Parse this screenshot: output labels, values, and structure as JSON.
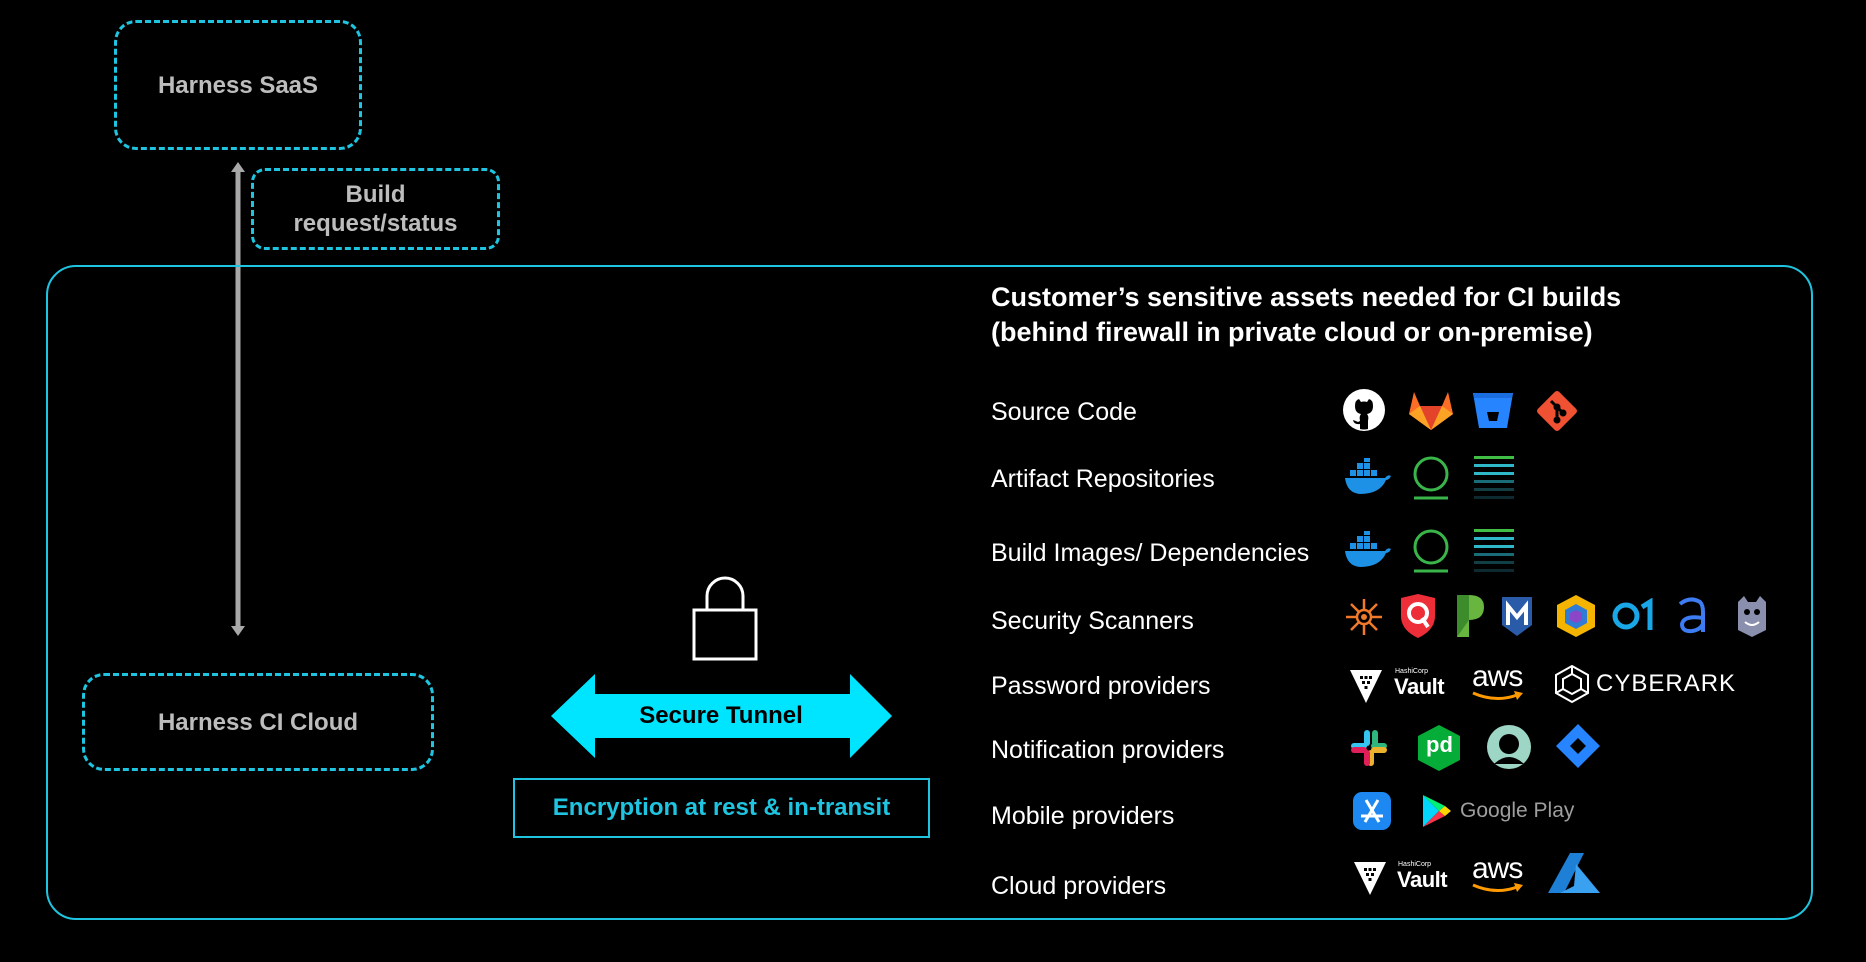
{
  "nodes": {
    "saas": "Harness SaaS",
    "build_request": "Build\nrequest/status",
    "ci_cloud": "Harness CI Cloud"
  },
  "tunnel": {
    "label": "Secure Tunnel",
    "encryption": "Encryption at rest & in-transit"
  },
  "assets": {
    "heading_line1": "Customer’s sensitive assets needed for CI builds",
    "heading_line2": "(behind firewall in private cloud or on-premise)",
    "rows": [
      {
        "label": "Source Code",
        "icons": [
          "github-icon",
          "gitlab-icon",
          "bitbucket-icon",
          "git-icon"
        ]
      },
      {
        "label": "Artifact Repositories",
        "icons": [
          "docker-icon",
          "nexus-icon",
          "artifactory-icon"
        ]
      },
      {
        "label": "Build Images/ Dependencies",
        "icons": [
          "docker-icon",
          "nexus-icon",
          "artifactory-icon"
        ]
      },
      {
        "label": "Security Scanners",
        "icons": [
          "scanner-hub-icon",
          "qualys-icon",
          "prisma-icon",
          "mend-icon",
          "scanner-cube-icon",
          "o1-icon",
          "a-icon",
          "owasp-icon"
        ]
      },
      {
        "label": "Password providers",
        "icons": [
          "vault-icon",
          "aws-icon",
          "cyberark-icon"
        ]
      },
      {
        "label": "Notification providers",
        "icons": [
          "slack-icon",
          "pagerduty-icon",
          "opsgenie-icon",
          "jira-icon"
        ]
      },
      {
        "label": "Mobile providers",
        "icons": [
          "app-store-icon",
          "google-play-icon"
        ]
      },
      {
        "label": "Cloud providers",
        "icons": [
          "vault-icon",
          "aws-icon",
          "azure-icon"
        ]
      }
    ],
    "logo_text": {
      "vault": "Vault",
      "hashicorp": "HashiCorp",
      "aws": "aws",
      "cyberark": "CYBERARK",
      "google_play": "Google Play",
      "pd": "pd",
      "o1": "O1"
    }
  },
  "colors": {
    "accent": "#1fc4e0",
    "tunnel_fill": "#00e5ff",
    "node_text": "#bdbdbd",
    "connector": "#a8a8a8"
  }
}
